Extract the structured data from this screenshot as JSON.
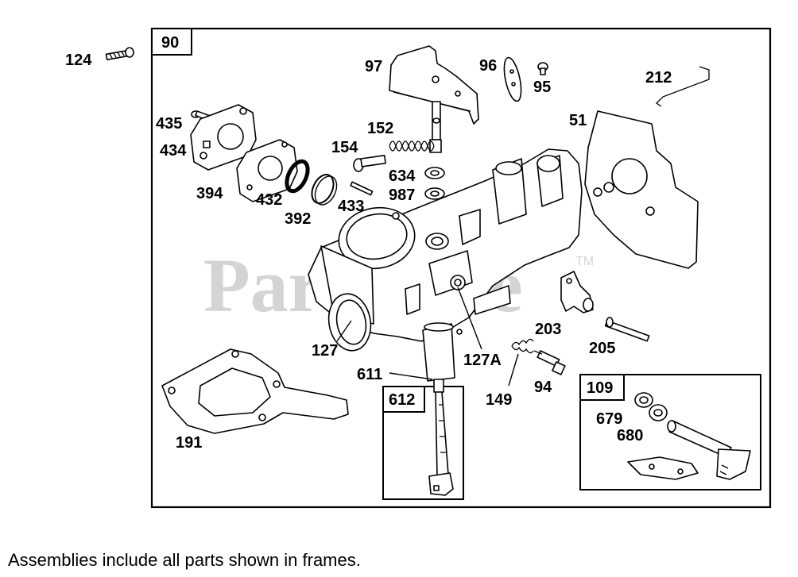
{
  "diagram": {
    "watermark": "PartsTree",
    "watermark_tm": "TM",
    "frames": {
      "main": "90",
      "pickup_tube": "612",
      "choke": "109"
    },
    "labels": {
      "p124": "124",
      "p97": "97",
      "p96": "96",
      "p95": "95",
      "p212": "212",
      "p435": "435",
      "p434": "434",
      "p152": "152",
      "p51": "51",
      "p154": "154",
      "p634": "634",
      "p987": "987",
      "p394": "394",
      "p432": "432",
      "p392": "392",
      "p433": "433",
      "p203": "203",
      "p205": "205",
      "p127": "127",
      "p127a": "127A",
      "p611": "611",
      "p149": "149",
      "p94": "94",
      "p191": "191",
      "p679": "679",
      "p680": "680"
    }
  },
  "footer": {
    "note": "Assemblies include all parts shown in frames."
  }
}
